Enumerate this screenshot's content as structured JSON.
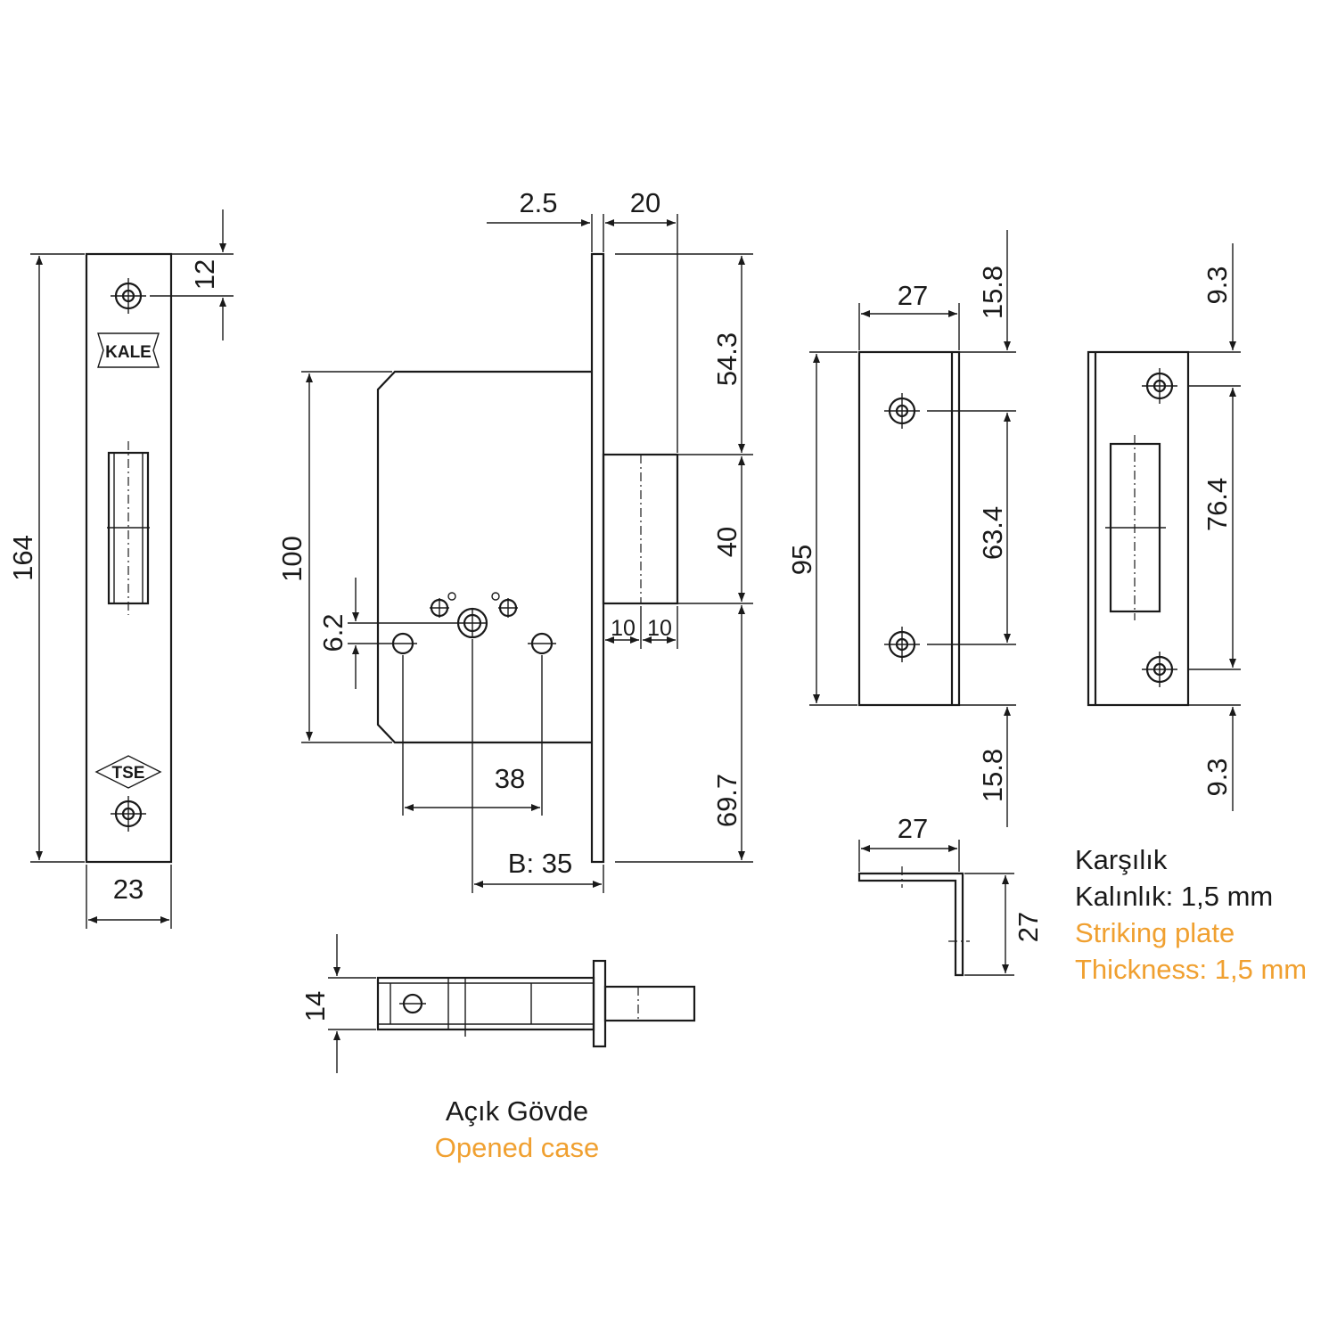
{
  "colors": {
    "line": "#1a1a1a",
    "caption_en": "#f0a030",
    "background": "#ffffff"
  },
  "faceplate": {
    "logo_kale": "KALE",
    "logo_tse": "TSE",
    "dim_height": "164",
    "dim_width": "23",
    "dim_top_offset": "12"
  },
  "lock_body": {
    "dim_plate_thickness": "2.5",
    "dim_bolt_projection": "20",
    "dim_top": "54.3",
    "dim_bolt_height": "40",
    "dim_bottom": "69.7",
    "dim_body_height": "100",
    "dim_spindle_offset": "6.2",
    "dim_bolt_split_a": "10",
    "dim_bolt_split_b": "10",
    "dim_hole_spacing": "38",
    "dim_backset": "B: 35"
  },
  "opened_case": {
    "dim_thickness": "14",
    "caption_tr": "Açık Gövde",
    "caption_en": "Opened case"
  },
  "strike_side": {
    "dim_width": "27",
    "dim_height": "95",
    "dim_top": "15.8",
    "dim_mid": "63.4",
    "dim_bottom": "15.8"
  },
  "strike_front": {
    "dim_top": "9.3",
    "dim_mid": "76.4",
    "dim_bottom": "9.3"
  },
  "strike_profile": {
    "dim_width": "27",
    "dim_height": "27"
  },
  "strike_caption": {
    "title_tr": "Karşılık",
    "thickness_tr": "Kalınlık: 1,5 mm",
    "title_en": "Striking plate",
    "thickness_en": "Thickness: 1,5 mm"
  }
}
